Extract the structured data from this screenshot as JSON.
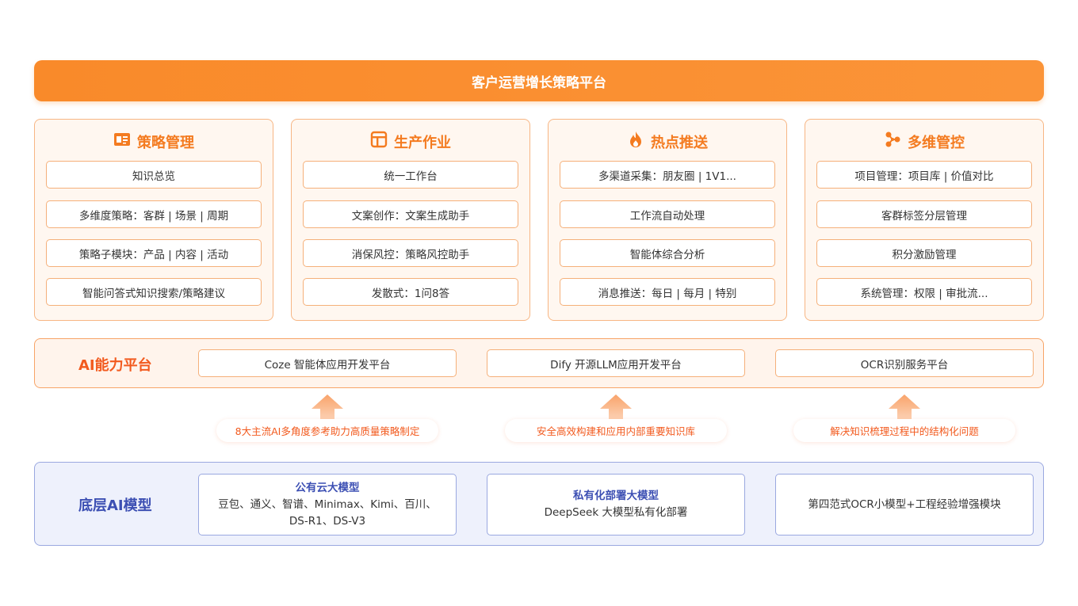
{
  "banner": {
    "title": "客户运营增长策略平台"
  },
  "modules": [
    {
      "title": "策略管理",
      "icon": "strategy-icon",
      "items": [
        "知识总览",
        "多维度策略：客群 | 场景 | 周期",
        "策略子模块：产品 | 内容 | 活动",
        "智能问答式知识搜索/策略建议"
      ]
    },
    {
      "title": "生产作业",
      "icon": "production-icon",
      "items": [
        "统一工作台",
        "文案创作：文案生成助手",
        "消保风控：策略风控助手",
        "发散式：1问8答"
      ]
    },
    {
      "title": "热点推送",
      "icon": "fire-icon",
      "items": [
        "多渠道采集：朋友圈 | 1V1...",
        "工作流自动处理",
        "智能体综合分析",
        "消息推送：每日 | 每月 | 特别"
      ]
    },
    {
      "title": "多维管控",
      "icon": "network-icon",
      "items": [
        "项目管理：项目库 | 价值对比",
        "客群标签分层管理",
        "积分激励管理",
        "系统管理：权限 | 审批流..."
      ]
    }
  ],
  "ai_platform": {
    "label": "AI能力平台",
    "items": [
      "Coze 智能体应用开发平台",
      "Dify 开源LLM应用开发平台",
      "OCR识别服务平台"
    ]
  },
  "arrows": [
    "8大主流AI多角度参考助力高质量策略制定",
    "安全高效构建和应用内部重要知识库",
    "解决知识梳理过程中的结构化问题"
  ],
  "base": {
    "label": "底层AI模型",
    "boxes": [
      {
        "title": "公有云大模型",
        "lines": [
          "豆包、通义、智谱、Minimax、Kimi、百川、",
          "DS-R1、DS-V3"
        ]
      },
      {
        "title": "私有化部署大模型",
        "lines": [
          "DeepSeek 大模型私有化部署"
        ]
      },
      {
        "title": "",
        "lines": [
          "第四范式OCR小模型+工程经验增强模块"
        ]
      }
    ]
  },
  "colors": {
    "orange": "#f98a2a",
    "accent": "#f25a1e",
    "blue": "#3c4fb3"
  }
}
